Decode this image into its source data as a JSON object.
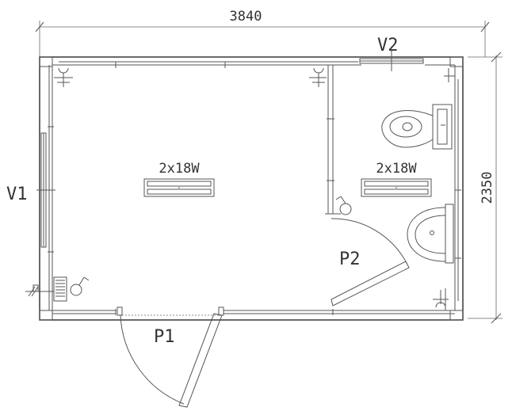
{
  "dimensions": {
    "width_label": "3840",
    "height_label": "2350"
  },
  "windows": {
    "v1": "V1",
    "v2": "V2"
  },
  "doors": {
    "p1": "P1",
    "p2": "P2"
  },
  "lights": {
    "main_room": "2x18W",
    "bathroom": "2x18W"
  }
}
